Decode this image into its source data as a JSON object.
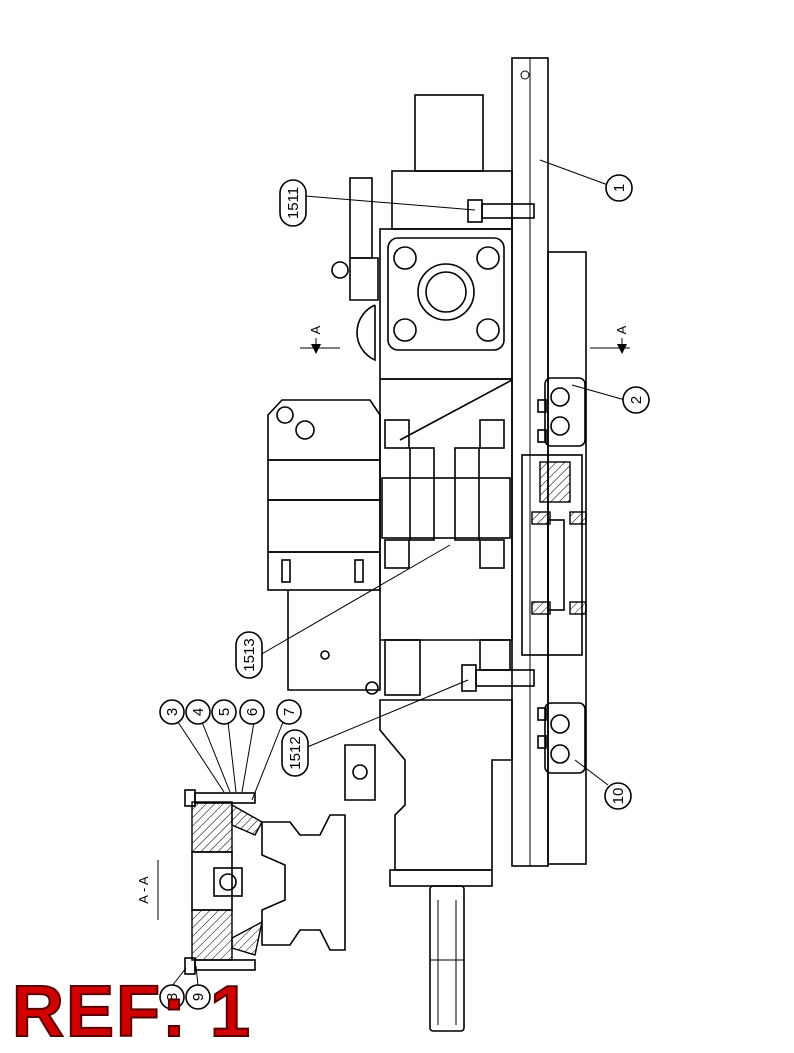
{
  "callouts": {
    "c1": "1",
    "c2": "2",
    "c3": "3",
    "c4": "4",
    "c5": "5",
    "c6": "6",
    "c7": "7",
    "c8": "8",
    "c9": "9",
    "c10": "10",
    "c15_11": "1511",
    "c15_13": "1513",
    "c15_12": "1512"
  },
  "section": {
    "marker": "A",
    "view_title": "A - A"
  },
  "ref_label": "REF: 1",
  "colors": {
    "ref_label": "#d00000",
    "lines": "#000000"
  }
}
